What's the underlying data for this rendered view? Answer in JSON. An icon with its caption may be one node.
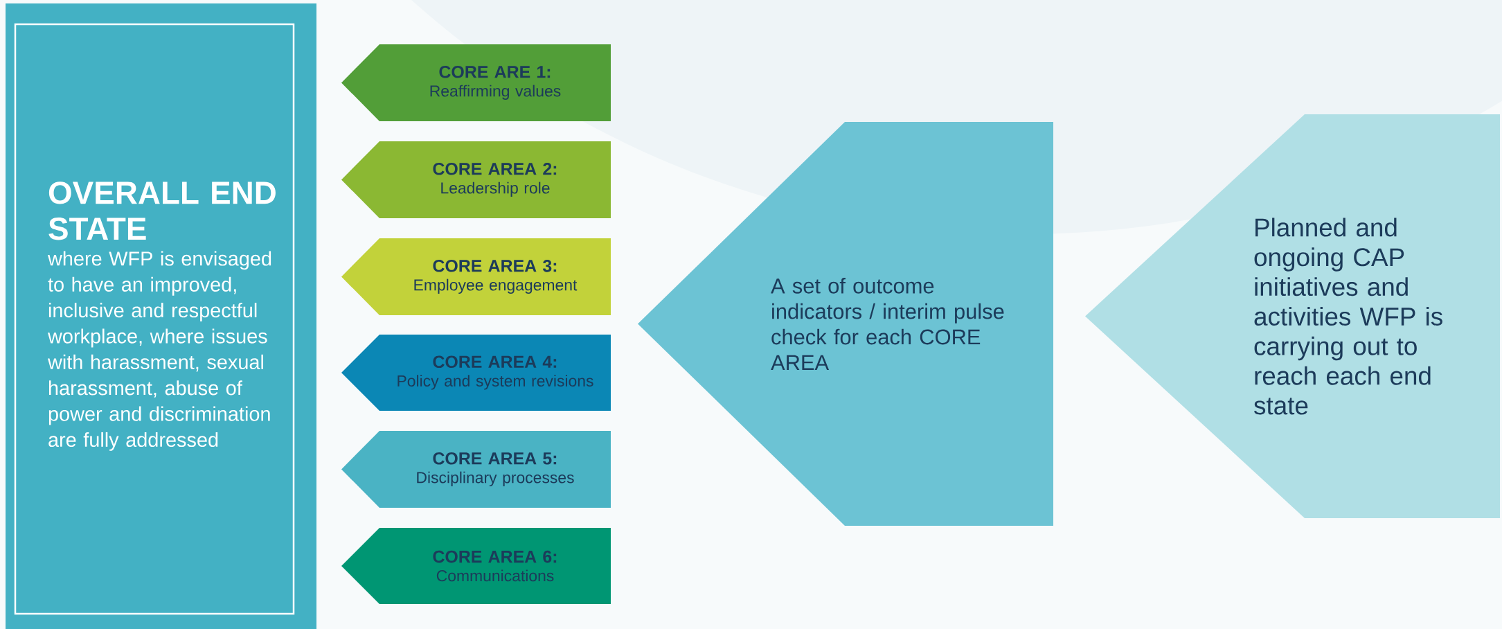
{
  "diagram": {
    "nodes": [
      {
        "text": [
          "OVERALL END STATE",
          "where WFP is envisaged to have an improved, inclusive and respectful workplace, where issues with harassment, sexual harassment, abuse of power and discrimination are fully addressed"
        ]
      },
      {
        "text": [
          "CORE ARE 1:",
          "Reaffirming values"
        ]
      },
      {
        "text": [
          "CORE AREA 2:",
          "Leadership role"
        ]
      },
      {
        "text": [
          "CORE AREA 3:",
          "Employee engagement"
        ]
      },
      {
        "text": [
          "CORE AREA 4:",
          "Policy and system revisions"
        ]
      },
      {
        "text": [
          "CORE AREA 5:",
          "Disciplinary processes"
        ]
      },
      {
        "text": [
          "CORE AREA 6:",
          "Communications"
        ]
      },
      {
        "text": [
          "A set of outcome indicators / interim pulse check for each CORE AREA"
        ]
      },
      {
        "text": [
          "Planned and ongoing CAP initiatives and activities WFP is carrying out to reach each end state"
        ]
      }
    ]
  }
}
